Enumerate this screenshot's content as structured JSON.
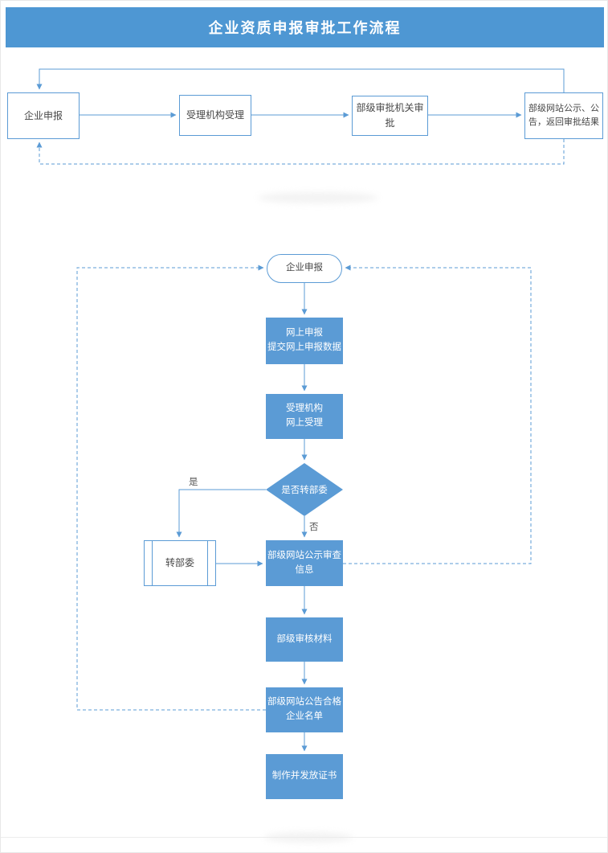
{
  "header": {
    "title": "企业资质申报审批工作流程"
  },
  "colors": {
    "banner_fill": "#4e97d3",
    "node_fill": "#5b9bd5",
    "node_text": "#ffffff",
    "line": "#5b9bd5",
    "outline_border": "#5b9bd5",
    "outline_text": "#474747"
  },
  "top_flow": {
    "nodes": [
      {
        "label": "企业申报"
      },
      {
        "label": "受理机构受理"
      },
      {
        "label": "部级审批机关审批"
      },
      {
        "label": "部级网站公示、公告，返回审批结果"
      }
    ]
  },
  "main_flow": {
    "start": {
      "label": "企业申报"
    },
    "steps": [
      {
        "label": "网上申报\n提交网上申报数据"
      },
      {
        "label": "受理机构\n网上受理"
      }
    ],
    "decision": {
      "label": "是否转部委",
      "yes": "是",
      "no": "否"
    },
    "subprocess": {
      "label": "转部委"
    },
    "after": [
      {
        "label": "部级网站公示审查\n信息"
      },
      {
        "label": "部级审核材料"
      },
      {
        "label": "部级网站公告合格\n企业名单"
      },
      {
        "label": "制作并发放证书"
      }
    ]
  }
}
